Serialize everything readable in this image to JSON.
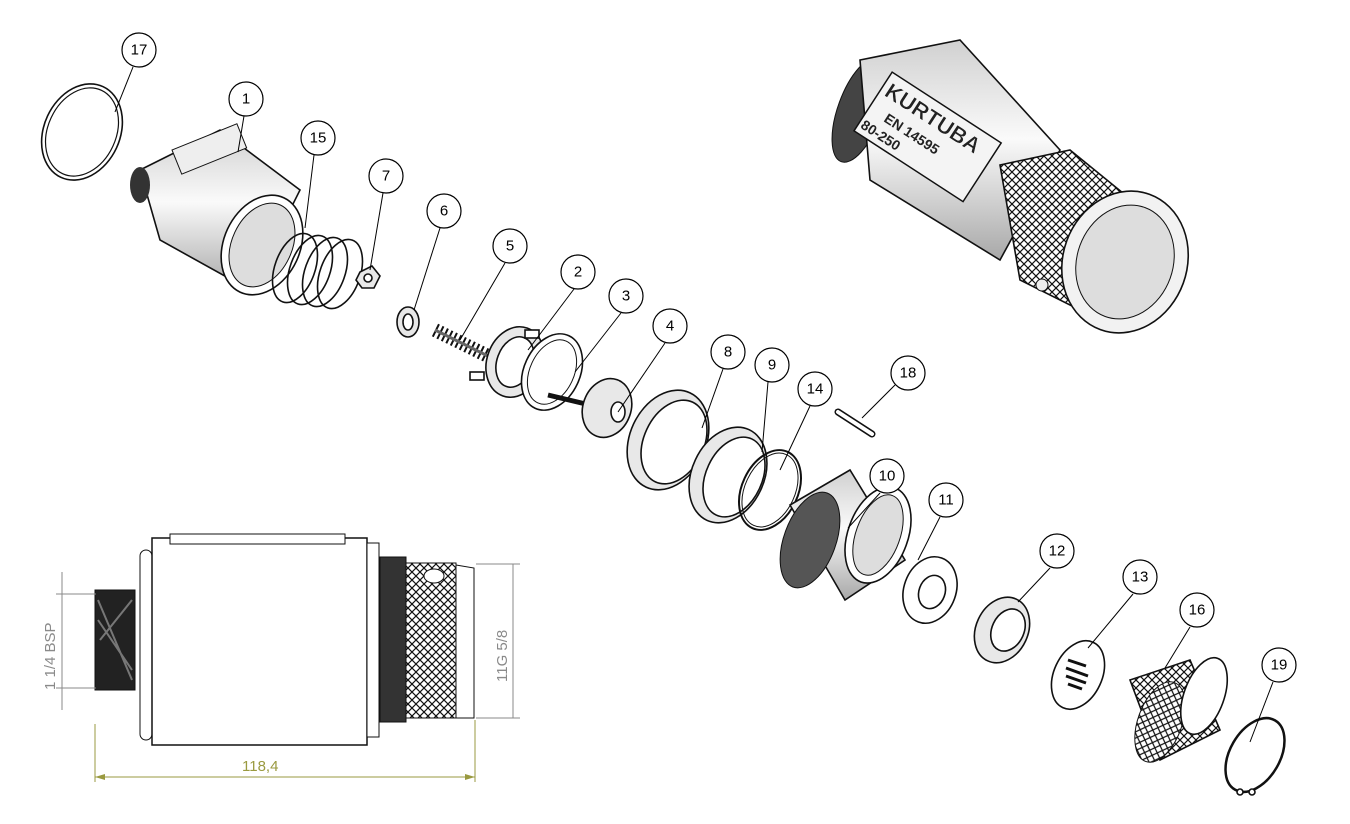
{
  "callouts": {
    "c17": "17",
    "c1": "1",
    "c15": "15",
    "c7": "7",
    "c6": "6",
    "c5": "5",
    "c2": "2",
    "c3": "3",
    "c4": "4",
    "c8": "8",
    "c9": "9",
    "c14": "14",
    "c18": "18",
    "c10": "10",
    "c11": "11",
    "c12": "12",
    "c13": "13",
    "c16": "16",
    "c19": "19"
  },
  "product_label": {
    "brand": "KURTUBA",
    "standard": "EN 14595",
    "size": "80-250"
  },
  "dimensions": {
    "inlet_thread": "1 1/4 BSP",
    "outlet_thread": "11G 5/8",
    "overall_length": "118,4"
  },
  "colors": {
    "dimension_grey": "#8a8a8a",
    "dimension_olive": "#9a9a40"
  }
}
